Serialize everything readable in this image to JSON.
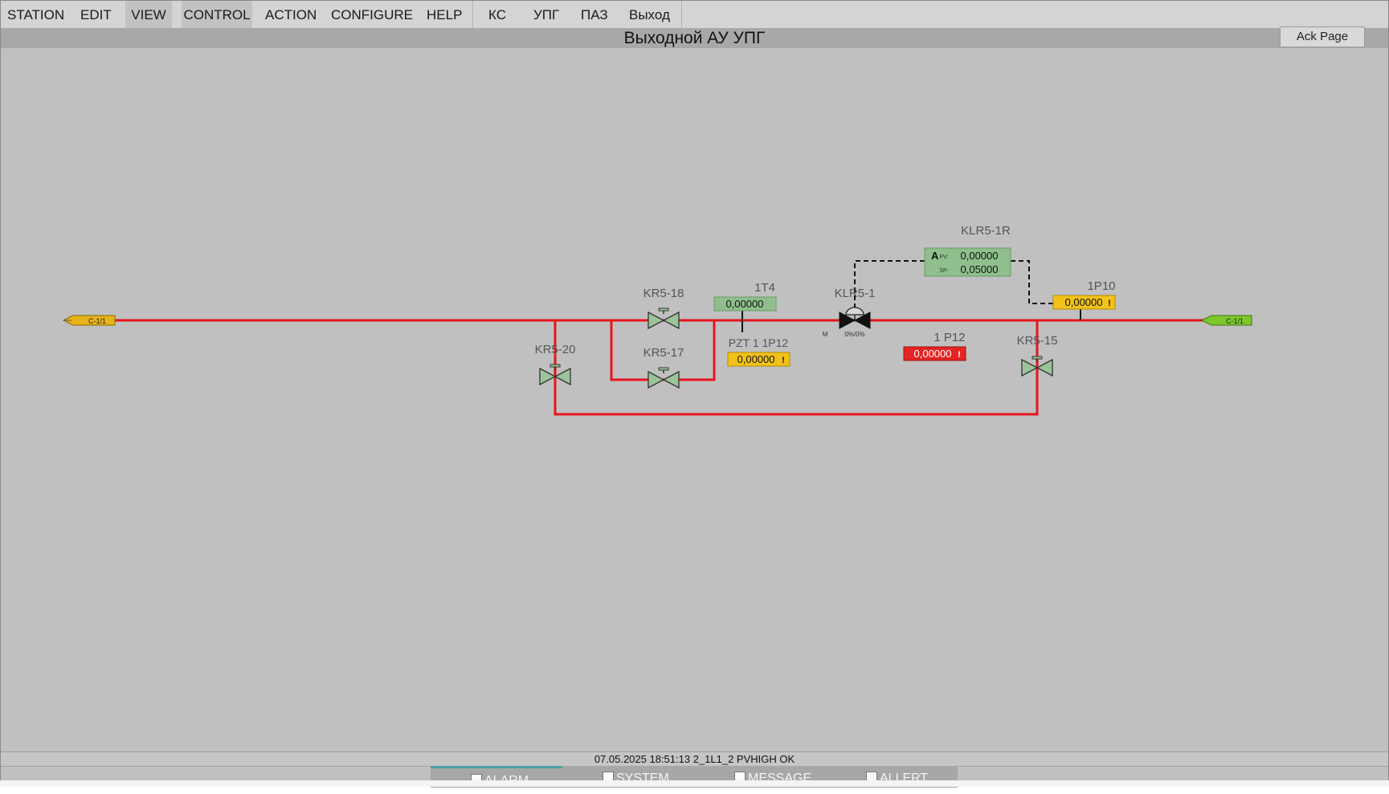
{
  "menu": {
    "station": "STATION",
    "edit": "EDIT",
    "view": "VIEW",
    "control": "CONTROL",
    "action": "ACTION",
    "configure": "CONFIGURE",
    "help": "HELP",
    "ks": "КС",
    "upg": "УПГ",
    "paz": "ПАЗ",
    "exit": "Выход"
  },
  "header": {
    "title": "Выходной АУ УПГ",
    "ack_label": "Ack Page"
  },
  "diagram": {
    "inlet_connector": "C-1/1",
    "outlet_connector": "C-1/1",
    "valves": {
      "kr5_18": "KR5-18",
      "kr5_17": "KR5-17",
      "kr5_20": "KR5-20",
      "kr5_15": "KR5-15",
      "klr5_1": "KLR5-1"
    },
    "klr5_1_mode": "M",
    "klr5_1_position": "0%/0%",
    "controller": {
      "tag": "KLR5-1R",
      "mode": "A",
      "pv_label": "PV:",
      "pv_value": "0,00000",
      "sp_label": "SP:",
      "sp_value": "0,05000"
    },
    "instruments": {
      "t_1t4": {
        "tag": "1T4",
        "value": "0,00000"
      },
      "pzt_1p12": {
        "tag": "PZT 1 1P12",
        "value": "0,00000"
      },
      "p_1p12": {
        "tag": "1 P12",
        "value": "0,00000"
      },
      "p_1p10": {
        "tag": "1P10",
        "value": "0,00000"
      }
    },
    "alarm_glyph": "!",
    "colors": {
      "pipe": "#e8141c",
      "valve_fill": "#9cc49a",
      "normal_box": "#8fbf8c",
      "warning_box": "#f2c21a",
      "alarm_box": "#e52424",
      "inlet_connector": "#e8b31a",
      "outlet_connector": "#7cc829"
    }
  },
  "status": {
    "message": "07.05.2025 18:51:13  2_1L1_2 PVHIGH OK"
  },
  "tabs": [
    "ALARM",
    "SYSTEM",
    "MESSAGE",
    "ALLERT"
  ]
}
